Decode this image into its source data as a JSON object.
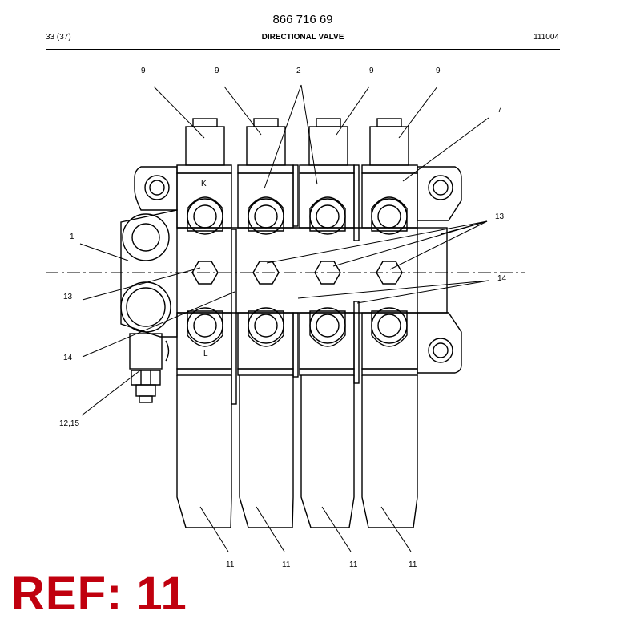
{
  "header": {
    "doc_number": "866 716 69",
    "page": "33 (37)",
    "title": "DIRECTIONAL VALVE",
    "date_code": "111004"
  },
  "diagram": {
    "port_labels": {
      "top": "K",
      "bottom": "L"
    },
    "callouts": {
      "c9a": "9",
      "c9b": "9",
      "c2": "2",
      "c9c": "9",
      "c9d": "9",
      "c7": "7",
      "c13r": "13",
      "c1": "1",
      "c14r": "14",
      "c13l": "13",
      "c14l": "14",
      "c1215": "12,15",
      "c11a": "11",
      "c11b": "11",
      "c11c": "11",
      "c11d": "11"
    }
  },
  "ref_banner": "REF: 11",
  "colors": {
    "banner": "#c0000e",
    "line": "#000000"
  }
}
